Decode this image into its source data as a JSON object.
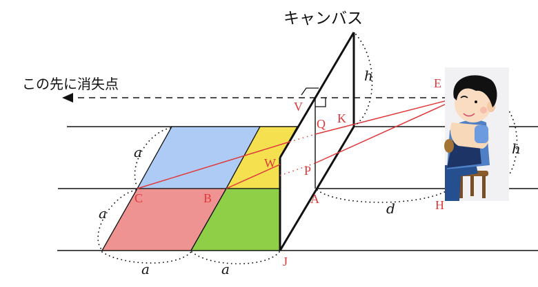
{
  "title": "キャンバス",
  "vanishing_label": "この先に消失点",
  "colors": {
    "blue_tile": "#aecbf5",
    "yellow_tile": "#f5e050",
    "red_tile": "#ee9391",
    "green_tile": "#8fcf48",
    "sight_line": "#e0383a",
    "point_label": "#e0383a",
    "line": "#111111"
  },
  "points": {
    "A": "A",
    "B": "B",
    "C": "C",
    "E": "E",
    "H": "H",
    "J": "J",
    "K": "K",
    "P": "P",
    "Q": "Q",
    "V": "V",
    "W": "W"
  },
  "measures": {
    "a_left_upper": "a",
    "a_left_lower": "a",
    "a_bottom_left": "a",
    "a_bottom_right": "a",
    "h_canvas": "h",
    "h_viewer": "h",
    "d_distance": "d"
  },
  "viewer": {
    "illustration": "person-seated-on-stool-icon"
  }
}
